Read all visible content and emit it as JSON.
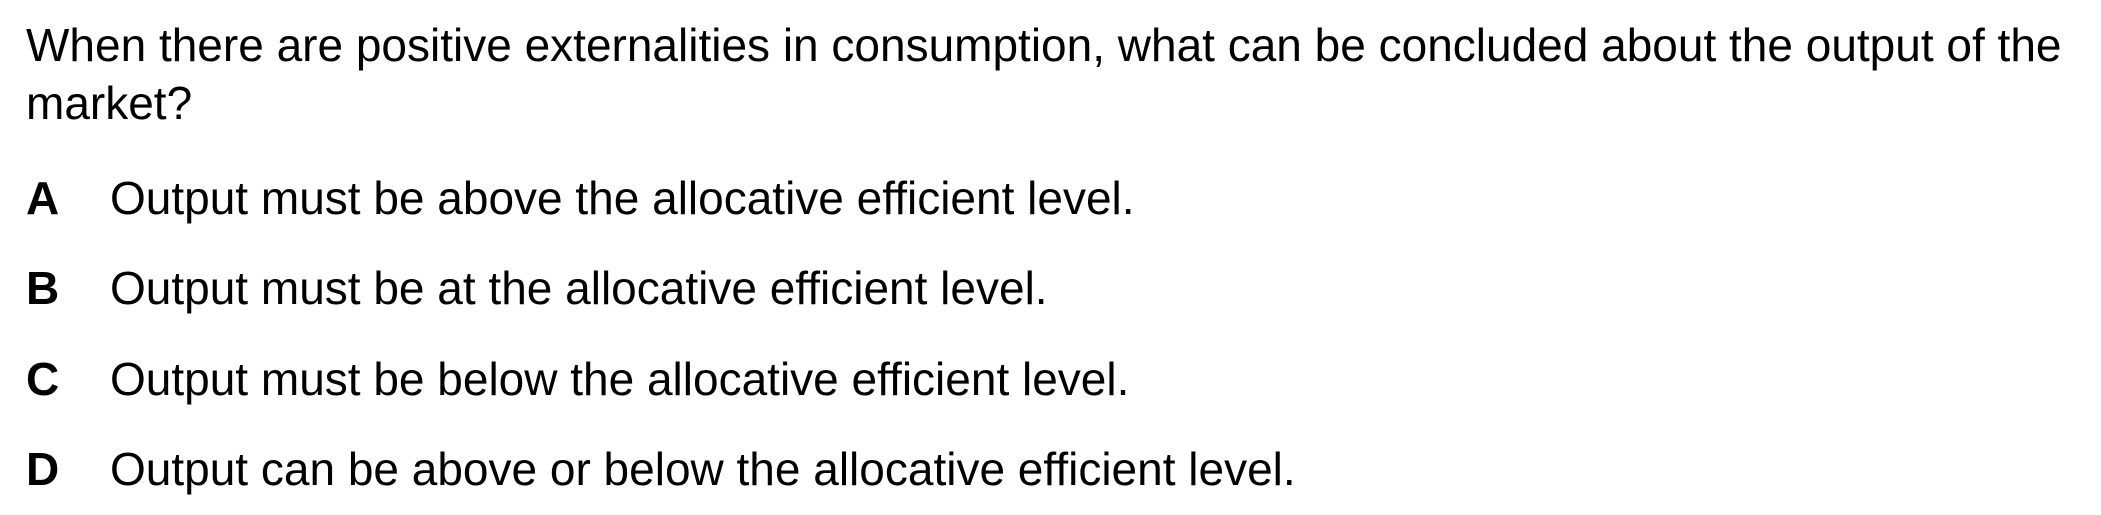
{
  "question": {
    "text": "When there are positive externalities in consumption, what can be concluded about the output of the market?"
  },
  "options": [
    {
      "letter": "A",
      "text": "Output must be above the allocative efficient level."
    },
    {
      "letter": "B",
      "text": "Output must be at the allocative efficient level."
    },
    {
      "letter": "C",
      "text": "Output must be below the allocative efficient level."
    },
    {
      "letter": "D",
      "text": "Output can be above or below the allocative efficient level."
    }
  ]
}
